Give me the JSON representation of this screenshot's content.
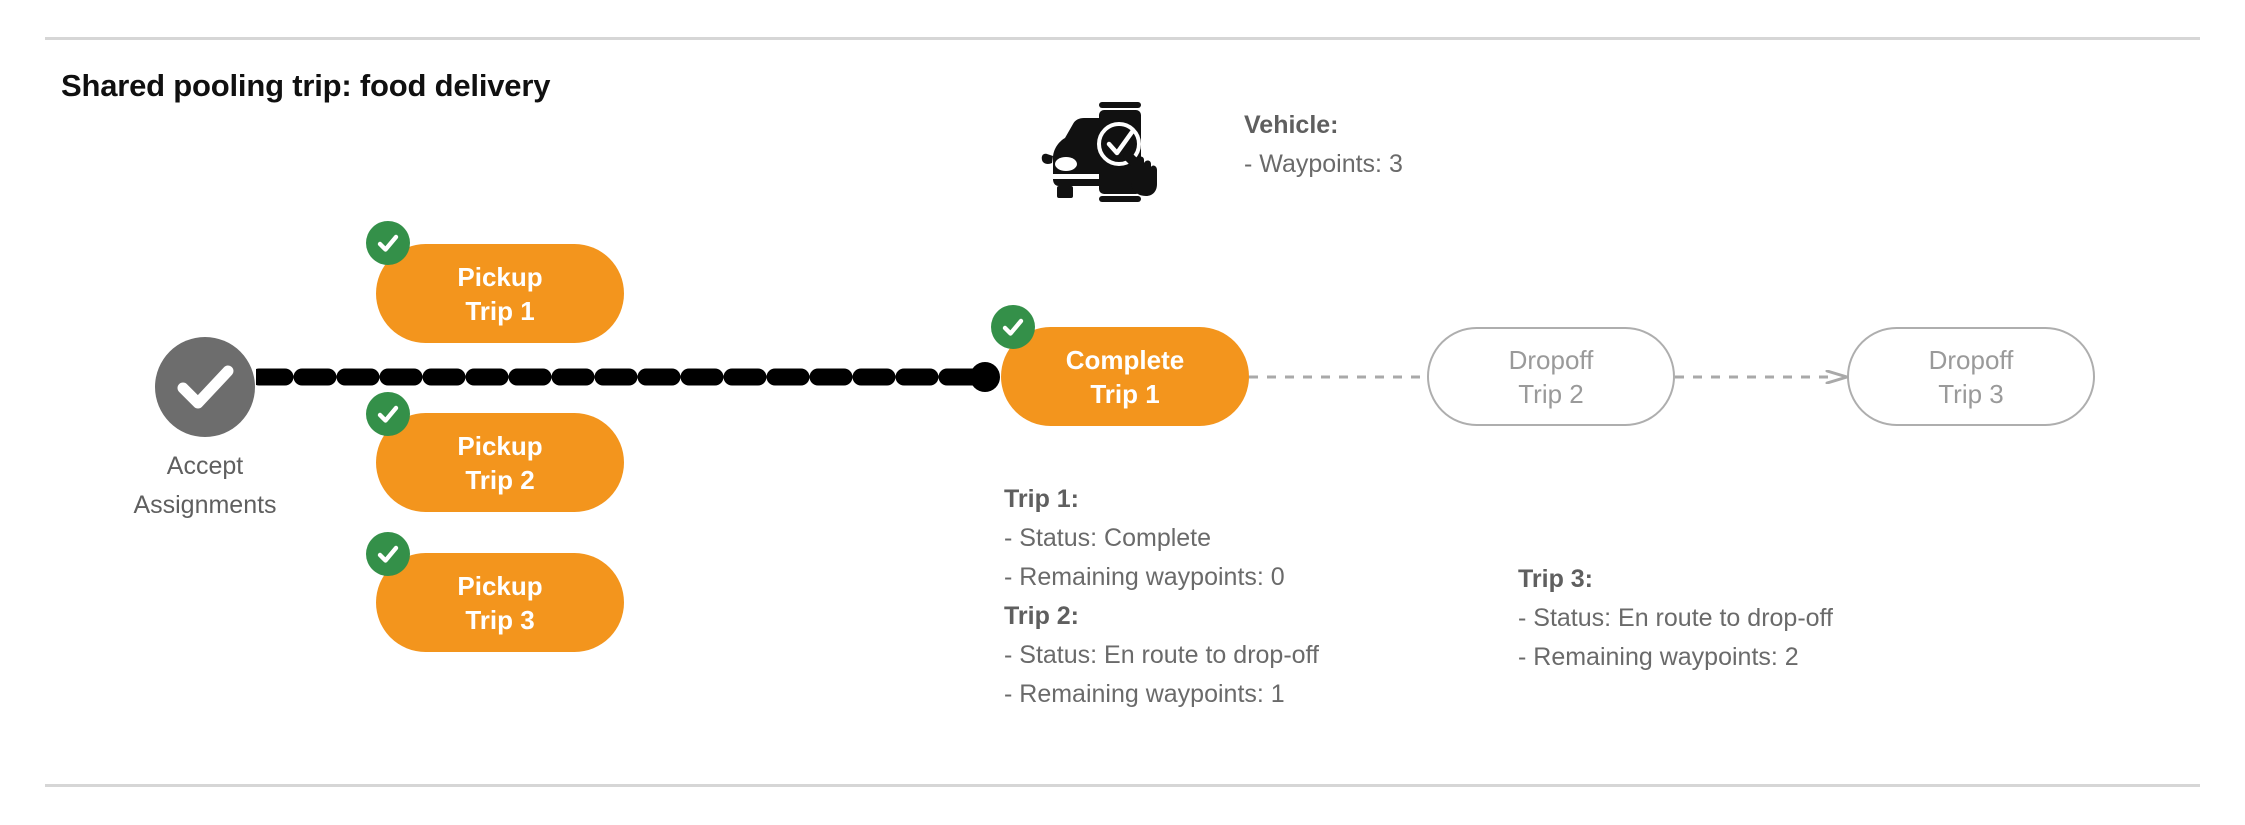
{
  "page": {
    "title": "Shared pooling trip: food delivery"
  },
  "colors": {
    "orange": "#f3951d",
    "green": "#349049",
    "gray_node": "#6d6d6d",
    "gray_text": "#6a6a6a",
    "ghost_border": "#aeaeae",
    "rule": "#d6d6d6",
    "black": "#000000"
  },
  "start_node": {
    "icon": "check-circle-icon",
    "label_line_1": "Accept",
    "label_line_2": "Assignments"
  },
  "pickups": [
    {
      "id": "pickup-1",
      "line1": "Pickup",
      "line2": "Trip 1",
      "completed": true,
      "badge": "check-badge-icon"
    },
    {
      "id": "pickup-2",
      "line1": "Pickup",
      "line2": "Trip 2",
      "completed": true,
      "badge": "check-badge-icon"
    },
    {
      "id": "pickup-3",
      "line1": "Pickup",
      "line2": "Trip 3",
      "completed": true,
      "badge": "check-badge-icon"
    }
  ],
  "stops": [
    {
      "id": "complete-1",
      "line1": "Complete",
      "line2": "Trip 1",
      "state": "done",
      "badge": "check-badge-icon"
    },
    {
      "id": "dropoff-2",
      "line1": "Dropoff",
      "line2": "Trip 2",
      "state": "pending",
      "badge": null
    },
    {
      "id": "dropoff-3",
      "line1": "Dropoff",
      "line2": "Trip 3",
      "state": "pending",
      "badge": null
    }
  ],
  "vehicle": {
    "icon": "car-phone-check-icon",
    "heading": "Vehicle:",
    "detail": "- Waypoints: 3"
  },
  "trip_info_left": {
    "trip1_heading": "Trip 1:",
    "trip1_status": "- Status:  Complete",
    "trip1_waypoints": "- Remaining waypoints: 0",
    "trip2_heading": "Trip 2:",
    "trip2_status": "- Status:  En route to drop-off",
    "trip2_waypoints": "- Remaining waypoints: 1"
  },
  "trip_info_right": {
    "trip3_heading": "Trip 3:",
    "trip3_status": "- Status:  En route to drop-off",
    "trip3_waypoints": "- Remaining waypoints: 2"
  }
}
